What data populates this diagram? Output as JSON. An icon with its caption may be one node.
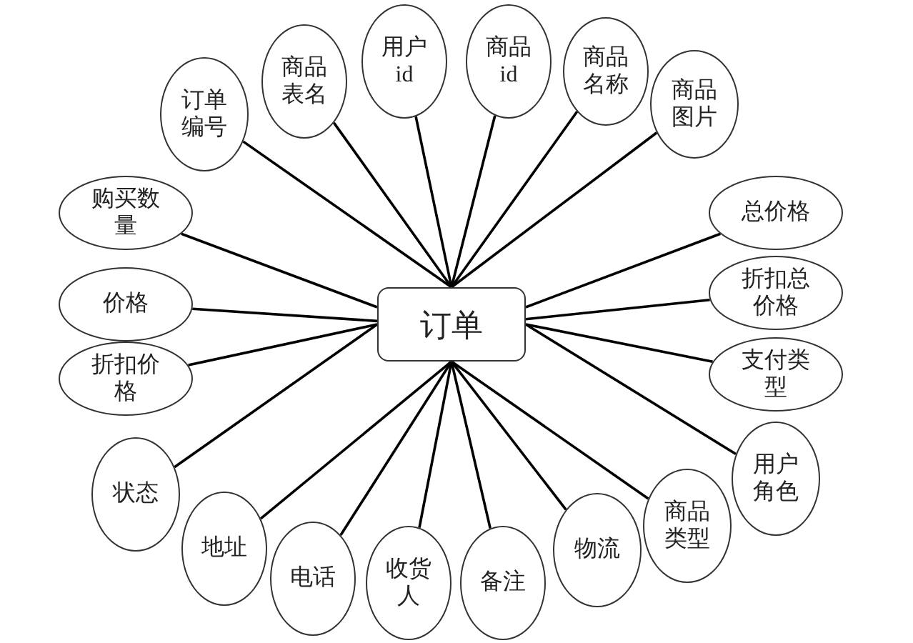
{
  "diagram": {
    "nodes": [
      {
        "text": [
          "订单"
        ]
      },
      {
        "text": [
          "订单编号"
        ]
      },
      {
        "text": [
          "商品表名"
        ]
      },
      {
        "text": [
          "用户id"
        ]
      },
      {
        "text": [
          "商品id"
        ]
      },
      {
        "text": [
          "商品名称"
        ]
      },
      {
        "text": [
          "商品图片"
        ]
      },
      {
        "text": [
          "购买数量"
        ]
      },
      {
        "text": [
          "价格"
        ]
      },
      {
        "text": [
          "折扣价格"
        ]
      },
      {
        "text": [
          "总价格"
        ]
      },
      {
        "text": [
          "折扣总价格"
        ]
      },
      {
        "text": [
          "支付类型"
        ]
      },
      {
        "text": [
          "状态"
        ]
      },
      {
        "text": [
          "地址"
        ]
      },
      {
        "text": [
          "电话"
        ]
      },
      {
        "text": [
          "收货人"
        ]
      },
      {
        "text": [
          "备注"
        ]
      },
      {
        "text": [
          "物流"
        ]
      },
      {
        "text": [
          "商品类型"
        ]
      },
      {
        "text": [
          "用户角色"
        ]
      }
    ],
    "edges": [
      {
        "from": 0,
        "to": 1,
        "arrow": "none"
      },
      {
        "from": 0,
        "to": 2,
        "arrow": "none"
      },
      {
        "from": 0,
        "to": 3,
        "arrow": "none"
      },
      {
        "from": 0,
        "to": 4,
        "arrow": "none"
      },
      {
        "from": 0,
        "to": 5,
        "arrow": "none"
      },
      {
        "from": 0,
        "to": 6,
        "arrow": "none"
      },
      {
        "from": 0,
        "to": 7,
        "arrow": "none"
      },
      {
        "from": 0,
        "to": 8,
        "arrow": "none"
      },
      {
        "from": 0,
        "to": 9,
        "arrow": "none"
      },
      {
        "from": 0,
        "to": 10,
        "arrow": "none"
      },
      {
        "from": 0,
        "to": 11,
        "arrow": "none"
      },
      {
        "from": 0,
        "to": 12,
        "arrow": "none"
      },
      {
        "from": 0,
        "to": 13,
        "arrow": "none"
      },
      {
        "from": 0,
        "to": 14,
        "arrow": "none"
      },
      {
        "from": 0,
        "to": 15,
        "arrow": "none"
      },
      {
        "from": 0,
        "to": 16,
        "arrow": "none"
      },
      {
        "from": 0,
        "to": 17,
        "arrow": "none"
      },
      {
        "from": 0,
        "to": 18,
        "arrow": "none"
      },
      {
        "from": 0,
        "to": 19,
        "arrow": "none"
      },
      {
        "from": 0,
        "to": 20,
        "arrow": "none"
      }
    ]
  }
}
